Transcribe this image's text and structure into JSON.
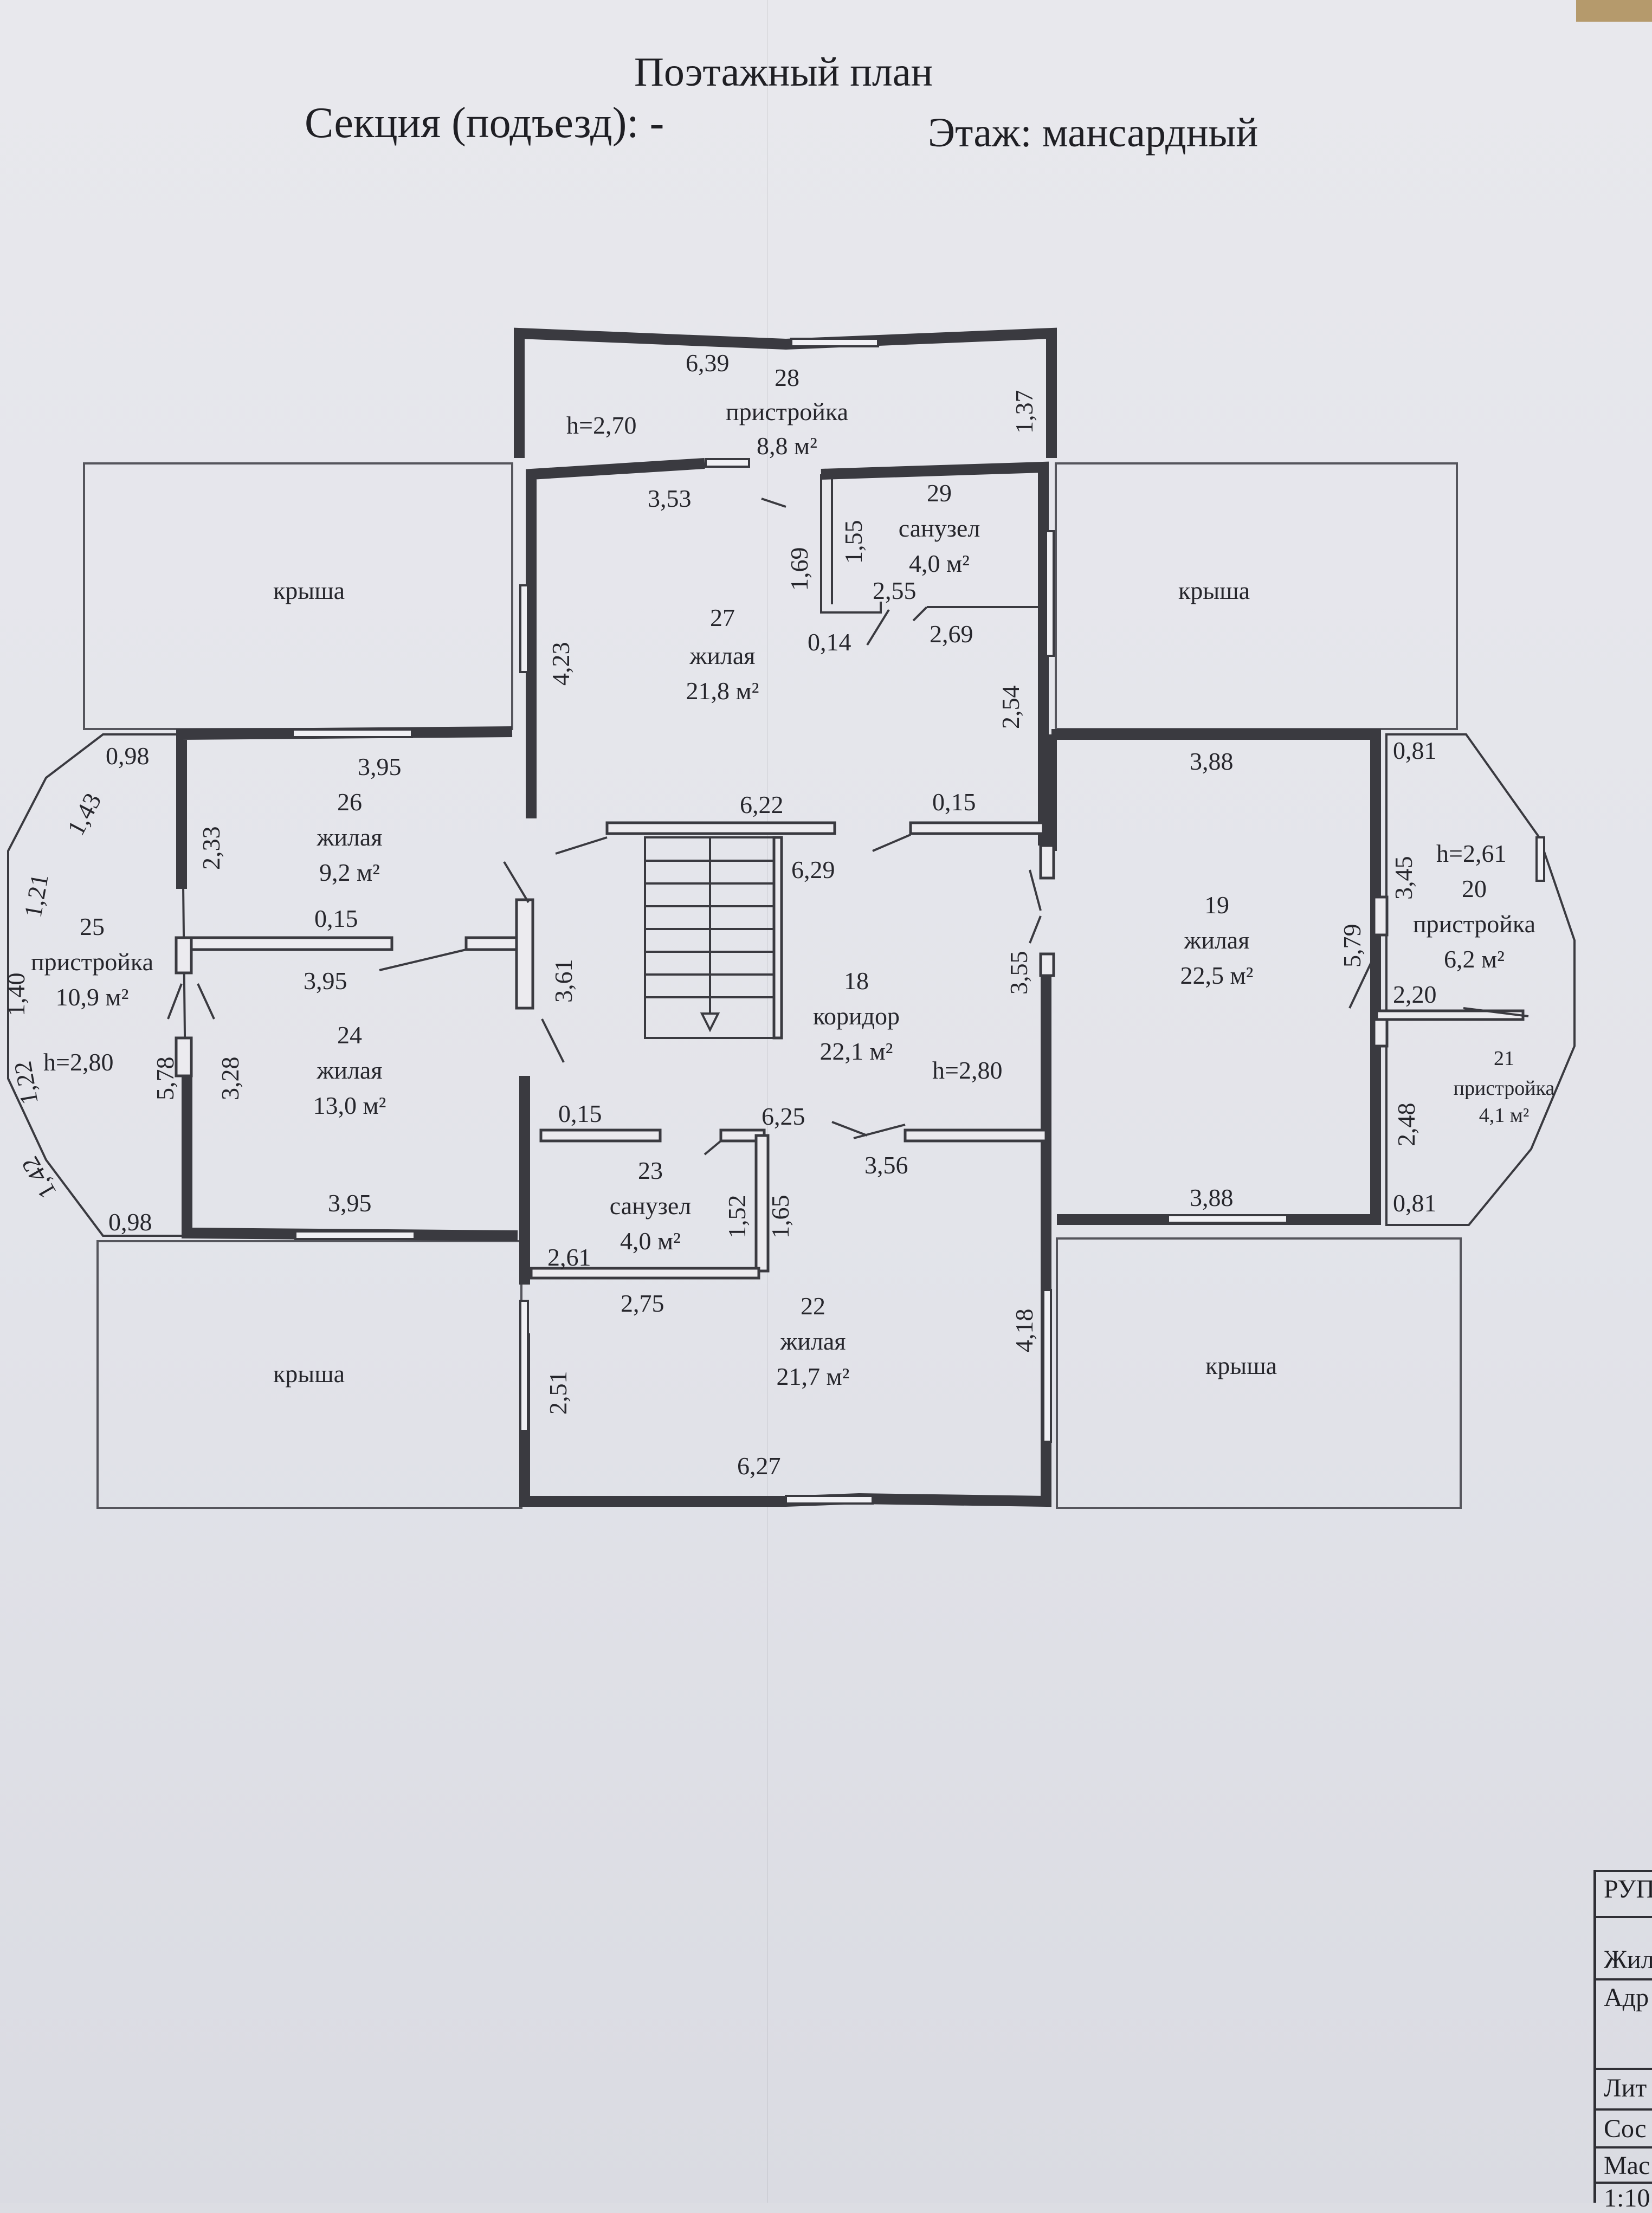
{
  "header": {
    "title": "Поэтажный план",
    "section": "Секция (подъезд): -",
    "floor": "Этаж: мансардный"
  },
  "rooms": {
    "r28": {
      "num": "28",
      "type": "пристройка",
      "area": "8,8 м²",
      "height": "h=2,70"
    },
    "r29": {
      "num": "29",
      "type": "санузел",
      "area": "4,0 м²"
    },
    "r27": {
      "num": "27",
      "type": "жилая",
      "area": "21,8 м²"
    },
    "r26": {
      "num": "26",
      "type": "жилая",
      "area": "9,2 м²"
    },
    "r25": {
      "num": "25",
      "type": "пристройка",
      "area": "10,9 м²",
      "height": "h=2,80"
    },
    "r24": {
      "num": "24",
      "type": "жилая",
      "area": "13,0 м²"
    },
    "r18": {
      "num": "18",
      "type": "коридор",
      "area": "22,1 м²",
      "height": "h=2,80"
    },
    "r19": {
      "num": "19",
      "type": "жилая",
      "area": "22,5 м²"
    },
    "r20": {
      "num": "20",
      "type": "пристройка",
      "area": "6,2 м²",
      "height": "h=2,61"
    },
    "r21": {
      "num": "21",
      "type": "пристройка",
      "area": "4,1 м²"
    },
    "r23": {
      "num": "23",
      "type": "санузел",
      "area": "4,0 м²"
    },
    "r22": {
      "num": "22",
      "type": "жилая",
      "area": "21,7 м²"
    }
  },
  "roof_label": "крыша",
  "dimensions": {
    "d639": "6,39",
    "d137": "1,37",
    "d353": "3,53",
    "d169": "1,69",
    "d155": "1,55",
    "d255": "2,55",
    "d014": "0,14",
    "d269": "2,69",
    "d423": "4,23",
    "d254": "2,54",
    "d098a": "0,98",
    "d143": "1,43",
    "d121": "1,21",
    "d140": "1,40",
    "d122": "1,22",
    "d142": "1,42",
    "d098b": "0,98",
    "d395a": "3,95",
    "d233": "2,33",
    "d015a": "0,15",
    "d395b": "3,95",
    "d578": "5,78",
    "d328": "3,28",
    "d395c": "3,95",
    "d622": "6,22",
    "d015b": "0,15",
    "d629": "6,29",
    "d361": "3,61",
    "d355": "3,55",
    "d388a": "3,88",
    "d081a": "0,81",
    "d345": "3,45",
    "d579": "5,79",
    "d220": "2,20",
    "d248": "2,48",
    "d081b": "0,81",
    "d388b": "3,88",
    "d015c": "0,15",
    "d625": "6,25",
    "d356": "3,56",
    "d152": "1,52",
    "d165": "1,65",
    "d261": "2,61",
    "d275": "2,75",
    "d418": "4,18",
    "d251": "2,51",
    "d627": "6,27"
  },
  "stamp": [
    "РУП",
    "Жил",
    "Адр",
    "Лит",
    "Сос",
    "Мас",
    "1:10"
  ],
  "colors": {
    "paper": "#e6e7ec",
    "ink": "#2a2a30"
  }
}
